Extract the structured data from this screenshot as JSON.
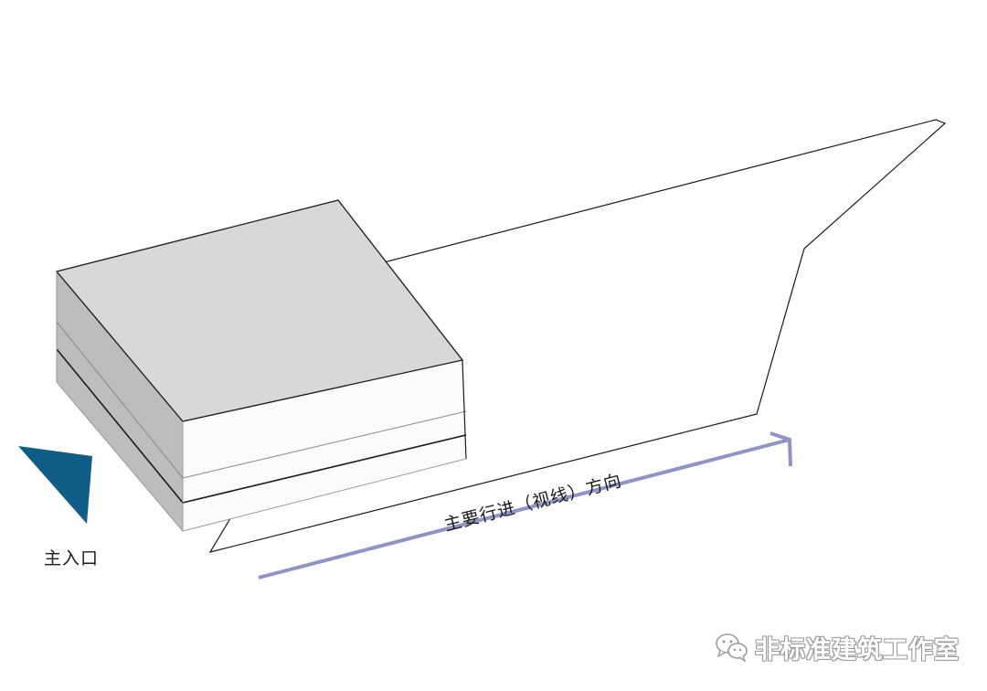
{
  "labels": {
    "main_entrance": "主入口",
    "main_direction": "主要行进（视线）方向"
  },
  "watermark": {
    "text": "非标准建筑工作室",
    "icon": "wechat-icon"
  },
  "colors": {
    "entrance_triangle": "#0f5c86",
    "direction_arrow": "#8e95c6",
    "building_top": "#d8d7d9",
    "building_left": "#bdbcbf",
    "building_front": "#fcfbfc",
    "outline": "#1a1a1a"
  }
}
